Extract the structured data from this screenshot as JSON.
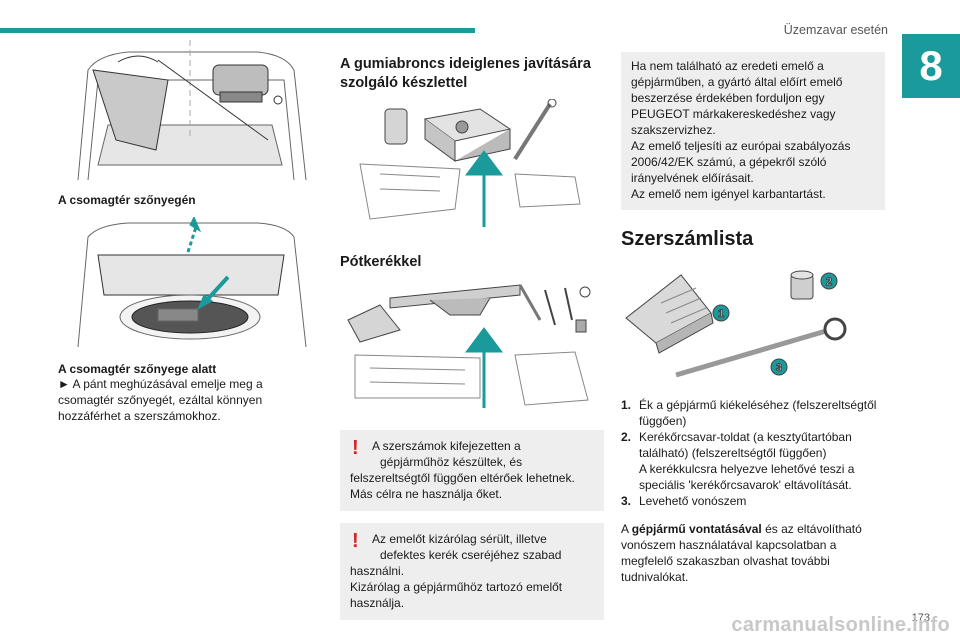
{
  "header": {
    "title": "Üzemzavar esetén",
    "chapter": "8",
    "page_number": "173"
  },
  "col1": {
    "caption1": "A csomagtér szőnyegén",
    "caption2": "A csomagtér szőnyege alatt",
    "body_lines": [
      "► A pánt meghúzásával emelje meg a",
      "csomagtér szőnyegét, ezáltal könnyen",
      "hozzáférhet a szerszámokhoz."
    ]
  },
  "col2": {
    "heading1_lines": [
      "A gumiabroncs ideiglenes javítására",
      "szolgáló készlettel"
    ],
    "heading2": "Pótkerékkel",
    "warning1_lines": [
      "A szerszámok kifejezetten a",
      "gépjárműhöz készültek, és",
      "felszereltségtől függően eltérőek lehetnek.",
      "Más célra ne használja őket."
    ],
    "warning2_lines": [
      "Az emelőt kizárólag sérült, illetve",
      "defektes kerék cseréjéhez szabad",
      "használni.",
      "Kizárólag a gépjárműhöz tartozó emelőt",
      "használja."
    ]
  },
  "col3": {
    "info_lines": [
      "Ha nem található az eredeti emelő a",
      "gépjárműben, a gyártó által előírt emelő",
      "beszerzése érdekében forduljon egy",
      "PEUGEOT márkakereskedéshez vagy",
      "szakszervizhez.",
      "Az emelő teljesíti az európai szabályozás",
      "2006/42/EK számú, a gépekről szóló",
      "irányelvének előírásait.",
      "Az emelő nem igényel karbantartást."
    ],
    "heading": "Szerszámlista",
    "badges": [
      "1",
      "2",
      "3"
    ],
    "list": [
      {
        "num": "1.",
        "lines": [
          "Ék a gépjármű kiékeléséhez (felszereltségtől",
          "függően)"
        ]
      },
      {
        "num": "2.",
        "lines": [
          "Kerékőrcsavar-toldat (a kesztyűtartóban",
          "található) (felszereltségtől függően)",
          "A kerékkulcsra helyezve lehetővé teszi a",
          "speciális 'kerékőrcsavarok' eltávolítását."
        ]
      },
      {
        "num": "3.",
        "lines": [
          "Levehető vonószem"
        ]
      }
    ],
    "para_prefix": "A ",
    "para_bold": "gépjármű vontatásával",
    "para_rest": " és az eltávolítható",
    "para_lines": [
      "vonószem használatával kapcsolatban a",
      "megfelelő szakaszban olvashat további",
      "tudnivalókat."
    ]
  },
  "watermark": "carmanualsonline.info",
  "colors": {
    "accent": "#1a9a9a",
    "warning": "#d0252a",
    "box_bg": "#eeeeee"
  }
}
